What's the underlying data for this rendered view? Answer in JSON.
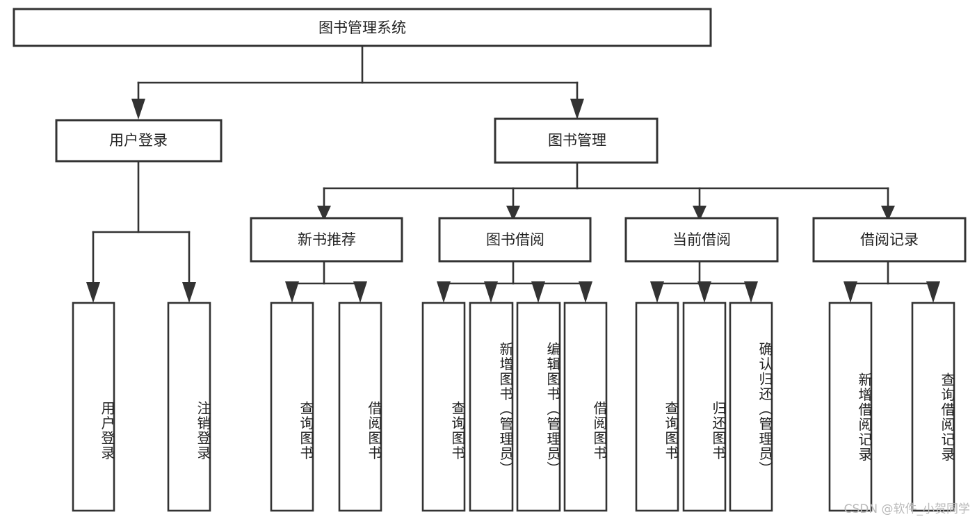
{
  "diagram": {
    "title": "图书管理系统",
    "type": "tree-hierarchy",
    "root": {
      "id": "root",
      "label": "图书管理系统"
    },
    "level2": [
      {
        "id": "user-login",
        "label": "用户登录"
      },
      {
        "id": "book-management",
        "label": "图书管理"
      }
    ],
    "level3": [
      {
        "id": "new-book-recommend",
        "label": "新书推荐",
        "parent": "book-management"
      },
      {
        "id": "book-borrow",
        "label": "图书借阅",
        "parent": "book-management"
      },
      {
        "id": "current-borrow",
        "label": "当前借阅",
        "parent": "book-management"
      },
      {
        "id": "borrow-record",
        "label": "借阅记录",
        "parent": "book-management"
      }
    ],
    "leaves": {
      "user-login": [
        {
          "id": "leaf-user-login",
          "label": "用户登录"
        },
        {
          "id": "leaf-logout",
          "label": "注销登录"
        }
      ],
      "new-book-recommend": [
        {
          "id": "leaf-query-book-1",
          "label": "查询图书"
        },
        {
          "id": "leaf-borrow-book-1",
          "label": "借阅图书"
        }
      ],
      "book-borrow": [
        {
          "id": "leaf-query-book-2",
          "label": "查询图书"
        },
        {
          "id": "leaf-add-book",
          "label": "新增图书（管理员）"
        },
        {
          "id": "leaf-edit-book",
          "label": "编辑图书（管理员）"
        },
        {
          "id": "leaf-borrow-book-2",
          "label": "借阅图书"
        }
      ],
      "current-borrow": [
        {
          "id": "leaf-query-book-3",
          "label": "查询图书"
        },
        {
          "id": "leaf-return-book",
          "label": "归还图书"
        },
        {
          "id": "leaf-confirm-return",
          "label": "确认归还（管理员）"
        }
      ],
      "borrow-record": [
        {
          "id": "leaf-add-record",
          "label": "新增借阅记录"
        },
        {
          "id": "leaf-query-record",
          "label": "查询借阅记录"
        }
      ]
    },
    "colors": {
      "box_stroke": "#333333",
      "box_fill": "#ffffff",
      "text": "#222222",
      "connector": "#333333",
      "background": "#ffffff",
      "watermark": "#b9b9b9"
    }
  },
  "watermark": {
    "text": "CSDN @软件_小贺同学"
  }
}
